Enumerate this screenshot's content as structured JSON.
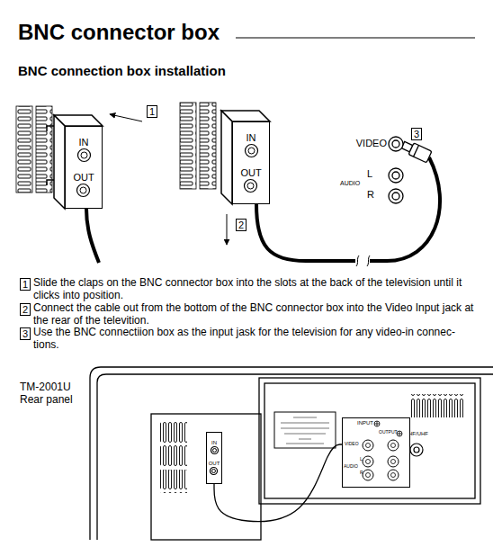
{
  "diagram": {
    "title": "BNC connector box",
    "nodes": [
      {
        "text": [
          "IN",
          "OUT"
        ]
      },
      {
        "text": [
          "IN",
          "OUT"
        ]
      },
      {
        "text": [
          "IN",
          "OUT"
        ]
      },
      {
        "text": [
          "INPUT",
          "OUTPUT",
          "VIDEO",
          "L",
          "AUDIO",
          "R"
        ]
      }
    ],
    "edges": [
      {
        "from": 2,
        "to": 3,
        "arrow": "none"
      }
    ],
    "labels": [
      "BNC connection box installation",
      "1",
      "2",
      "VIDEO",
      "3",
      "L",
      "AUDIO",
      "R",
      "1",
      "Slide the claps on the BNC connector box into the slots at the back of the television until it clicks into position.",
      "2",
      "Connect the cable out from the bottom of the BNC connector box into the Video Input jack at the rear of the televition.",
      "3",
      "Use the BNC connectiion box as the input jask for the television for any video-in connec- tions.",
      "TM-2001U Rear panel",
      "VHF/UHF"
    ]
  }
}
